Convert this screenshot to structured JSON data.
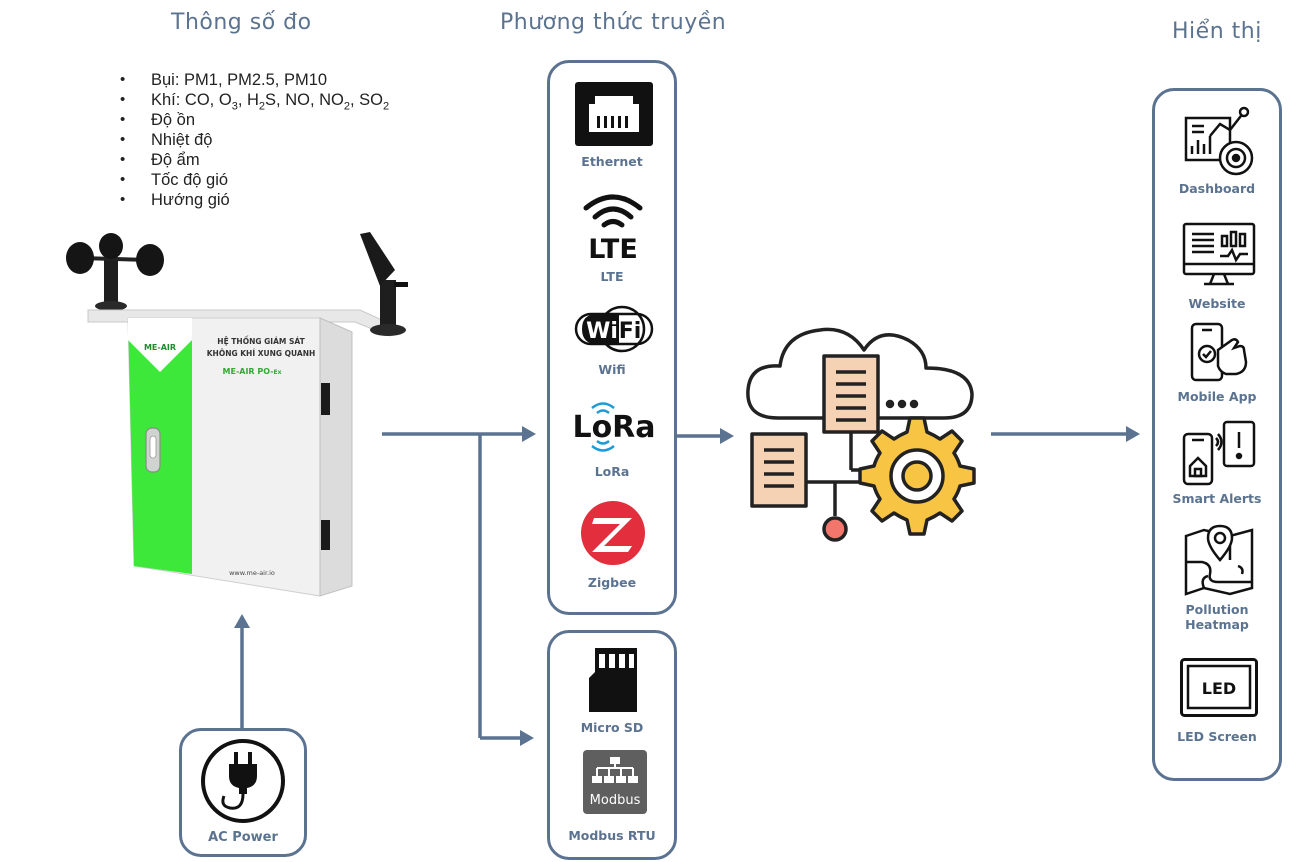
{
  "headings": {
    "measure": "Thông số đo",
    "transmit": "Phương thức truyền",
    "display": "Hiển thị"
  },
  "parameters": [
    {
      "text": "Bụi: PM1, PM2.5, PM10"
    },
    {
      "parts": [
        "Khí: CO, O",
        "3",
        ", H",
        "2",
        "S, NO, NO",
        "2",
        ", SO",
        "2"
      ]
    },
    {
      "text": "Độ ồn"
    },
    {
      "text": "Nhiệt độ"
    },
    {
      "text": "Độ ẩm"
    },
    {
      "text": "Tốc độ gió"
    },
    {
      "text": "Hướng gió"
    }
  ],
  "device": {
    "brand": "ME-AIR",
    "panel_line1": "HỆ THỐNG GIÁM SÁT",
    "panel_line2": "KHÔNG KHÍ XUNG QUANH",
    "model": "ME-AIR PO-",
    "model_suffix": "Ex",
    "url": "www.me-air.io"
  },
  "power": {
    "label": "AC Power"
  },
  "wireless": [
    {
      "label": "Ethernet",
      "icon": "ethernet-icon"
    },
    {
      "label": "LTE",
      "icon": "lte-icon",
      "icon_text": "LTE"
    },
    {
      "label": "Wifi",
      "icon": "wifi-icon",
      "icon_text_a": "Wi",
      "icon_text_b": "Fi"
    },
    {
      "label": "LoRa",
      "icon": "lora-icon",
      "icon_text": "LoRa"
    },
    {
      "label": "Zigbee",
      "icon": "zigbee-icon"
    }
  ],
  "local": [
    {
      "label": "Micro SD",
      "icon": "micro-sd-icon"
    },
    {
      "label": "Modbus RTU",
      "icon": "modbus-icon",
      "icon_text": "Modbus"
    }
  ],
  "display_items": [
    {
      "label": "Dashboard",
      "icon": "dashboard-icon"
    },
    {
      "label": "Website",
      "icon": "website-icon"
    },
    {
      "label": "Mobile App",
      "icon": "mobile-app-icon"
    },
    {
      "label": "Smart Alerts",
      "icon": "smart-alerts-icon"
    },
    {
      "label_line1": "Pollution",
      "label_line2": "Heatmap",
      "icon": "pollution-heatmap-icon"
    },
    {
      "label": "LED Screen",
      "icon": "led-screen-icon",
      "icon_text": "LED"
    }
  ],
  "colors": {
    "accent": "#5b7390",
    "device_green": "#3ee83a",
    "gear": "#f7c444",
    "doc": "#f5d2b4",
    "node": "#f2766b"
  }
}
